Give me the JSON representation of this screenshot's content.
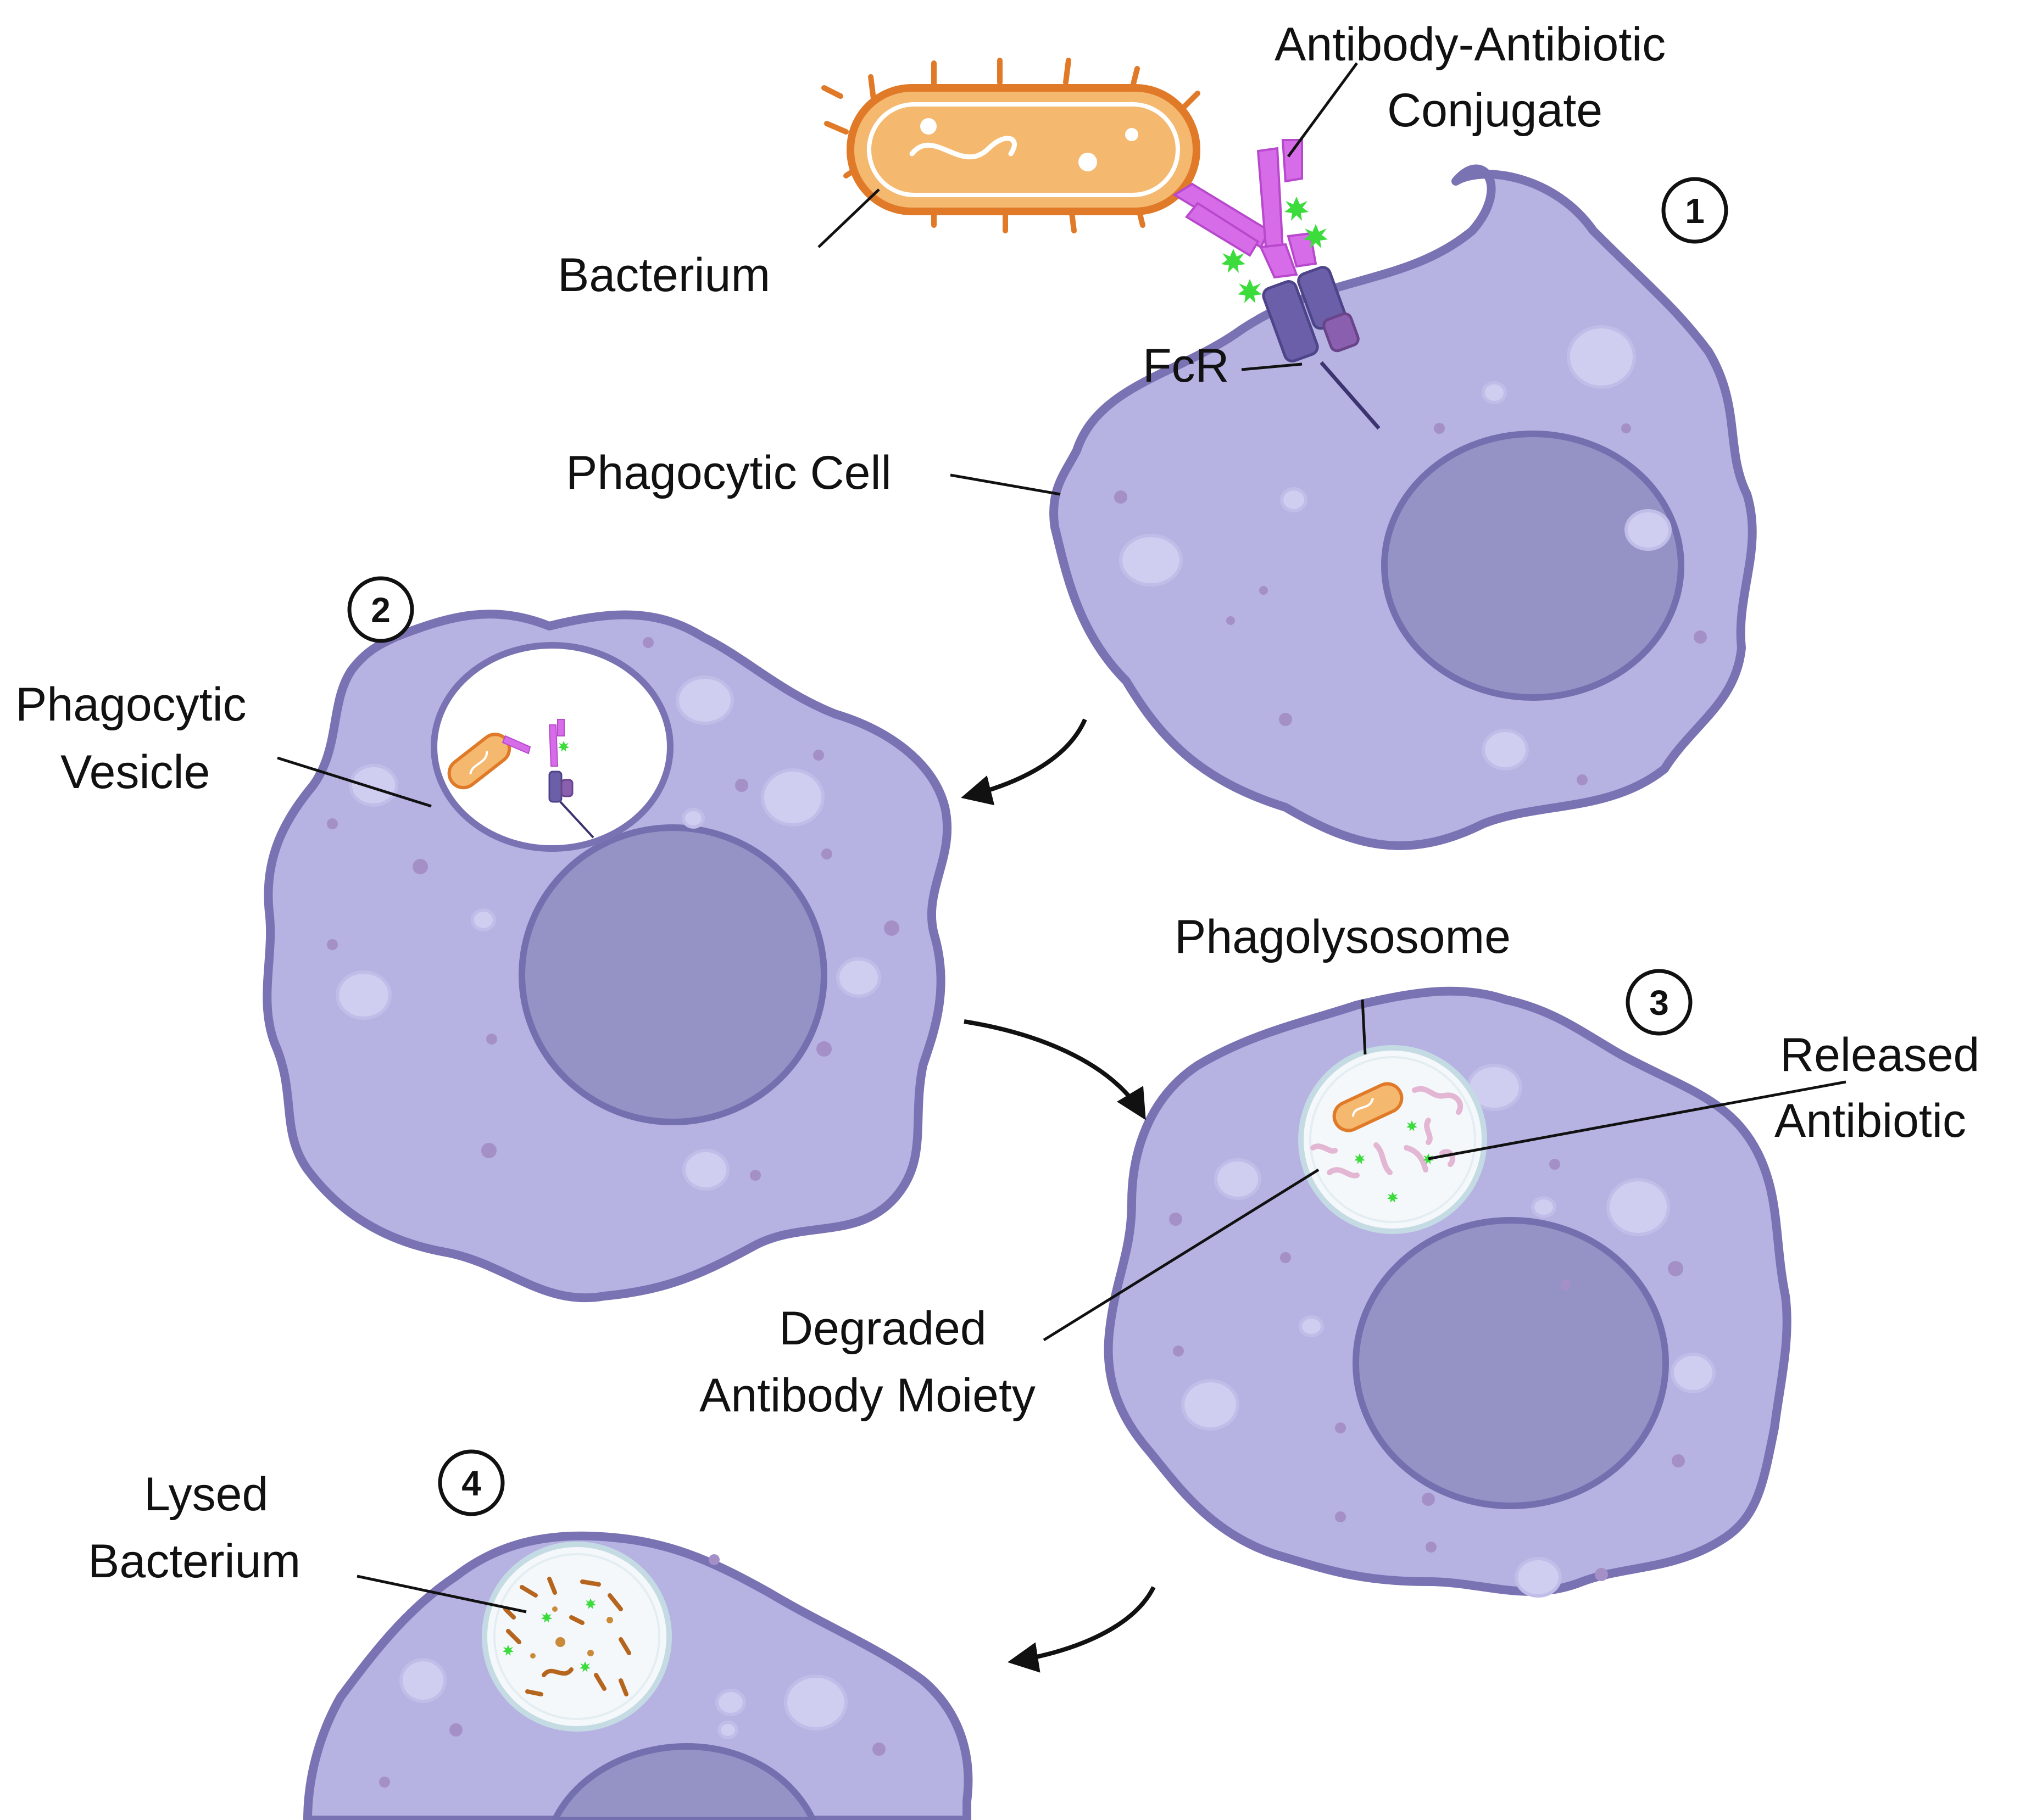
{
  "labels": {
    "conjugate_line1": "Antibody-Antibiotic",
    "conjugate_line2": "Conjugate",
    "bacterium": "Bacterium",
    "fcr": "FcR",
    "phagocytic_cell": "Phagocytic Cell",
    "phagocytic_vesicle_line1": "Phagocytic",
    "phagocytic_vesicle_line2": "Vesicle",
    "phagolysosome": "Phagolysosome",
    "released_antibiotic_line1": "Released",
    "released_antibiotic_line2": "Antibiotic",
    "degraded_line1": "Degraded",
    "degraded_line2": "Antibody Moiety",
    "lysed_line1": "Lysed",
    "lysed_line2": "Bacterium"
  },
  "steps": [
    "1",
    "2",
    "3",
    "4"
  ],
  "colors": {
    "cell_fill": "#b6b3e3",
    "cell_outline": "#7a73b3",
    "nucleus": "#9592c6",
    "bacterium_body": "#f4b86f",
    "bacterium_outline": "#e07a28",
    "antibody": "#d66ce8",
    "receptor": "#6a5fa8",
    "antibiotic": "#3ddc3d",
    "degraded_fragment": "#e3b6d3"
  }
}
